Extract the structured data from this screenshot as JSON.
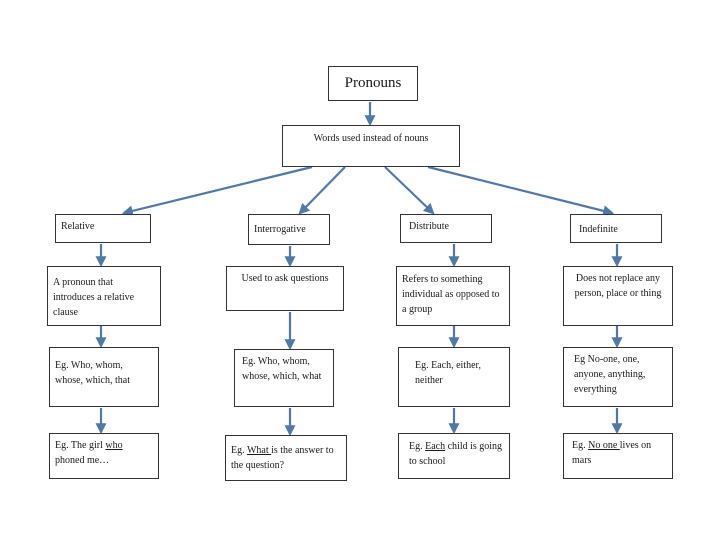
{
  "root": {
    "title": "Pronouns"
  },
  "definition": {
    "text": "Words used instead of nouns"
  },
  "columns": [
    {
      "label": "Relative",
      "description": "A pronoun that introduces a relative clause",
      "examples": "Eg. Who, whom, whose, which, that",
      "sentence": {
        "prefix": "Eg.  The girl ",
        "highlight": "who",
        "suffix": " phoned me…"
      }
    },
    {
      "label": "Interrogative",
      "description": "Used to ask questions",
      "examples": "Eg.  Who, whom, whose, which, what",
      "sentence": {
        "prefix": "Eg. ",
        "highlight": "What ",
        "suffix": "is the answer to the question?"
      }
    },
    {
      "label": "Distribute",
      "description": "Refers to something individual as opposed to a group",
      "examples": "Eg. Each, either, neither",
      "sentence": {
        "prefix": "Eg. ",
        "highlight": "Each",
        "suffix": " child is going to school"
      }
    },
    {
      "label": "Indefinite",
      "description": "Does not replace any person, place or thing",
      "examples": "Eg No-one, one, anyone, anything, everything",
      "sentence": {
        "prefix": "Eg. ",
        "highlight": "No one ",
        "suffix": " lives on mars"
      }
    }
  ],
  "colors": {
    "connector": "#4f7aa8",
    "border": "#333333"
  }
}
